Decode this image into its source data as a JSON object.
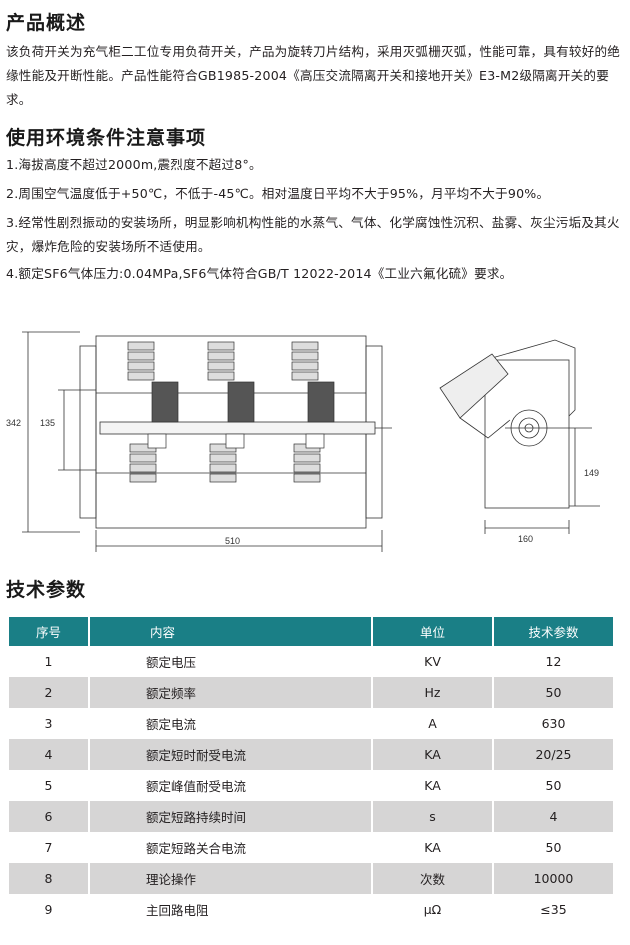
{
  "overview": {
    "title": "产品概述",
    "paragraph": "该负荷开关为充气柜二工位专用负荷开关，产品为旋转刀片结构，采用灭弧栅灭弧，性能可靠，具有较好的绝缘性能及开断性能。产品性能符合GB1985-2004《高压交流隔离开关和接地开关》E3-M2级隔离开关的要求。"
  },
  "environment": {
    "title": "使用环境条件注意事项",
    "items": [
      "1.海拔高度不超过2000m,震烈度不超过8°。",
      "2.周围空气温度低于+50℃，不低于-45℃。相对温度日平均不大于95%，月平均不大于90%。",
      "3.经常性剧烈振动的安装场所，明显影响机构性能的水蒸气、气体、化学腐蚀性沉积、盐雾、灰尘污垢及其火灾，爆炸危险的安装场所不适使用。",
      "4.额定SF6气体压力:0.04MPa,SF6气体符合GB/T 12022-2014《工业六氟化硫》要求。"
    ]
  },
  "drawing": {
    "dimensions": {
      "height": "342",
      "inner": "135",
      "width": "510",
      "side_width": "160",
      "side_height": "149"
    }
  },
  "tech": {
    "title": "技术参数",
    "headers": [
      "序号",
      "内容",
      "单位",
      "技术参数"
    ],
    "rows": [
      [
        "1",
        "额定电压",
        "KV",
        "12"
      ],
      [
        "2",
        "额定频率",
        "Hz",
        "50"
      ],
      [
        "3",
        "额定电流",
        "A",
        "630"
      ],
      [
        "4",
        "额定短时耐受电流",
        "KA",
        "20/25"
      ],
      [
        "5",
        "额定峰值耐受电流",
        "KA",
        "50"
      ],
      [
        "6",
        "额定短路持续时间",
        "s",
        "4"
      ],
      [
        "7",
        "额定短路关合电流",
        "KA",
        "50"
      ],
      [
        "8",
        "理论操作",
        "次数",
        "10000"
      ],
      [
        "9",
        "主回路电阻",
        "μΩ",
        "≤35"
      ]
    ]
  },
  "colors": {
    "table_header": "#1a7f86",
    "row_alt": "#d6d5d5"
  }
}
